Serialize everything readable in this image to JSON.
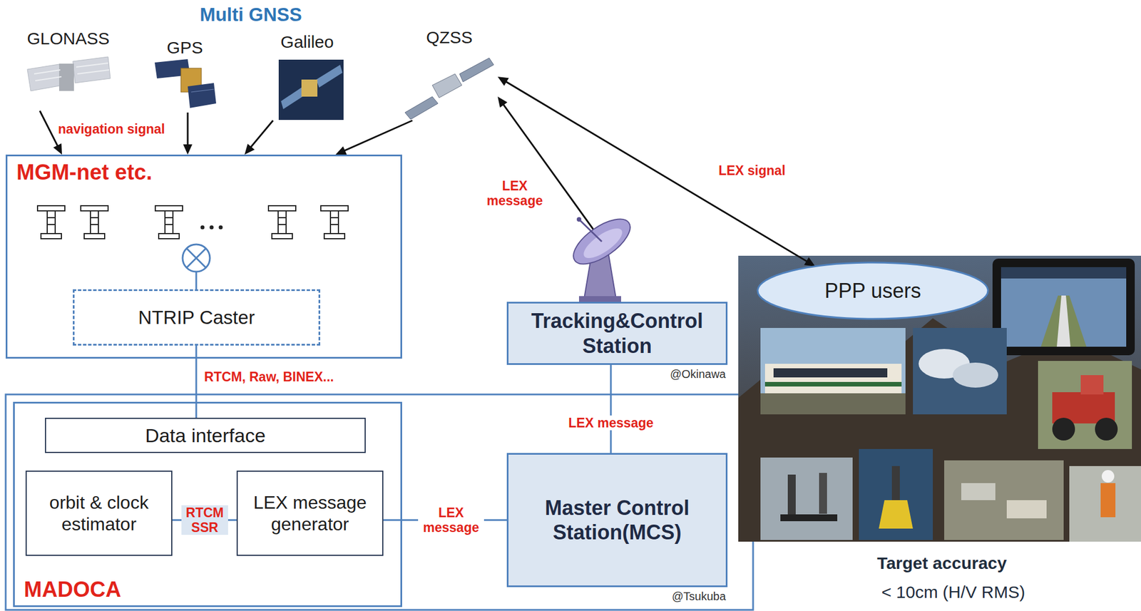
{
  "diagram": {
    "title": "Multi GNSS",
    "nodes": [
      {
        "text": [
          "GLONASS"
        ]
      },
      {
        "text": [
          "GPS"
        ]
      },
      {
        "text": [
          "Galileo"
        ]
      },
      {
        "text": [
          "QZSS"
        ]
      },
      {
        "text": [
          "MGM-net etc."
        ]
      },
      {
        "text": [
          "NTRIP Caster"
        ],
        "in": 4
      },
      {
        "text": [
          "Tracking&Control Station",
          "@Okinawa"
        ]
      },
      {
        "text": [
          "MADOCA"
        ]
      },
      {
        "text": [
          "Data interface"
        ],
        "in": 7
      },
      {
        "text": [
          "orbit & clock estimator"
        ],
        "in": 7
      },
      {
        "text": [
          "LEX message generator"
        ],
        "in": 7
      },
      {
        "text": [
          "Master Control Station(MCS)",
          "@Tsukuba"
        ]
      },
      {
        "text": [
          "PPP users"
        ]
      }
    ],
    "edges": [
      {
        "from": 0,
        "to": 4,
        "arrow": "to"
      },
      {
        "from": 1,
        "to": 4,
        "arrow": "to"
      },
      {
        "from": 2,
        "to": 4,
        "arrow": "to"
      },
      {
        "from": 3,
        "to": 4,
        "arrow": "to"
      },
      {
        "from": 5,
        "to": 8,
        "label": "RTCM, Raw, BINEX...",
        "arrow": "none"
      },
      {
        "from": 9,
        "to": 10,
        "label": "RTCM SSR",
        "arrow": "none"
      },
      {
        "from": 10,
        "to": 11,
        "label": "LEX message",
        "arrow": "none"
      },
      {
        "from": 11,
        "to": 6,
        "label": "LEX message",
        "arrow": "none"
      },
      {
        "from": 6,
        "to": 3,
        "label": "LEX message",
        "arrow": "to"
      },
      {
        "from": 3,
        "to": 12,
        "label": "LEX signal",
        "arrow": "both"
      }
    ],
    "labels": [
      "navigation signal",
      "Target accuracy",
      "< 10cm (H/V RMS)"
    ]
  }
}
